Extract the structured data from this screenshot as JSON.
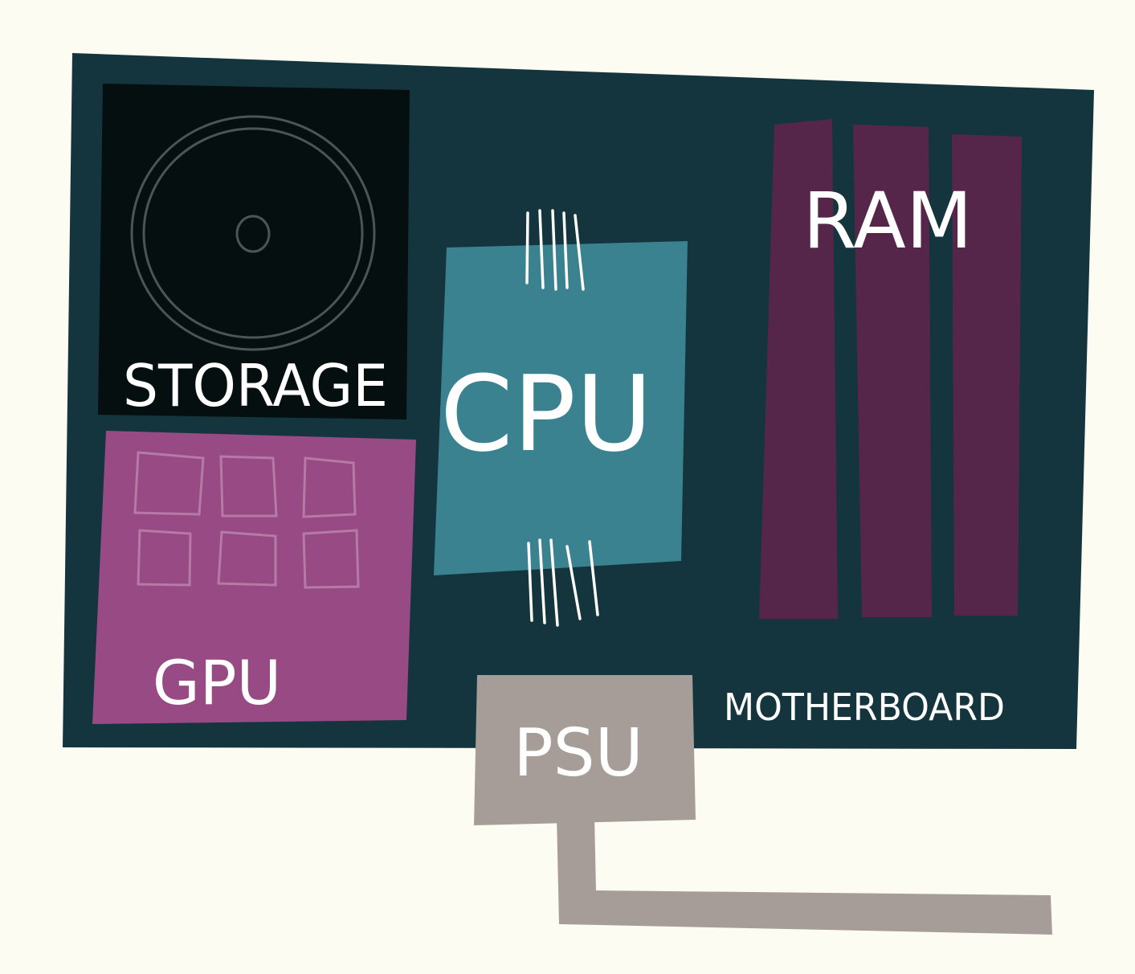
{
  "diagram": {
    "labels": {
      "storage": "STORAGE",
      "gpu": "GPU",
      "cpu": "CPU",
      "ram": "RAM",
      "psu": "PSU",
      "motherboard": "MOTHERBOARD"
    },
    "colors": {
      "background": "#fdfcf3",
      "motherboard": "#14353d",
      "storage": "#050f10",
      "gpu": "#984a84",
      "cpu": "#3b8290",
      "ram": "#56264a",
      "psu": "#a69d99"
    }
  }
}
